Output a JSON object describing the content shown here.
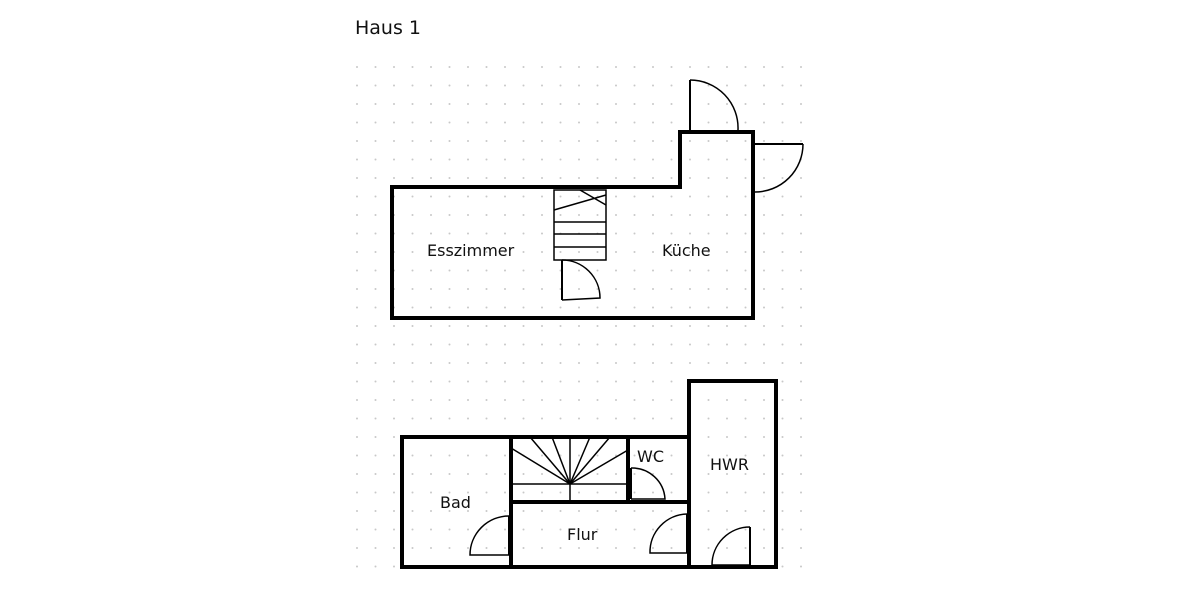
{
  "title": "Haus 1",
  "upper_floor": {
    "rooms": {
      "esszimmer": "Esszimmer",
      "kueche": "Küche"
    }
  },
  "ground_floor": {
    "rooms": {
      "bad": "Bad",
      "flur": "Flur",
      "wc": "WC",
      "hwr": "HWR"
    }
  },
  "colors": {
    "walls": "#000000",
    "grid_dots": "#c8c8c8",
    "background": "#ffffff"
  }
}
